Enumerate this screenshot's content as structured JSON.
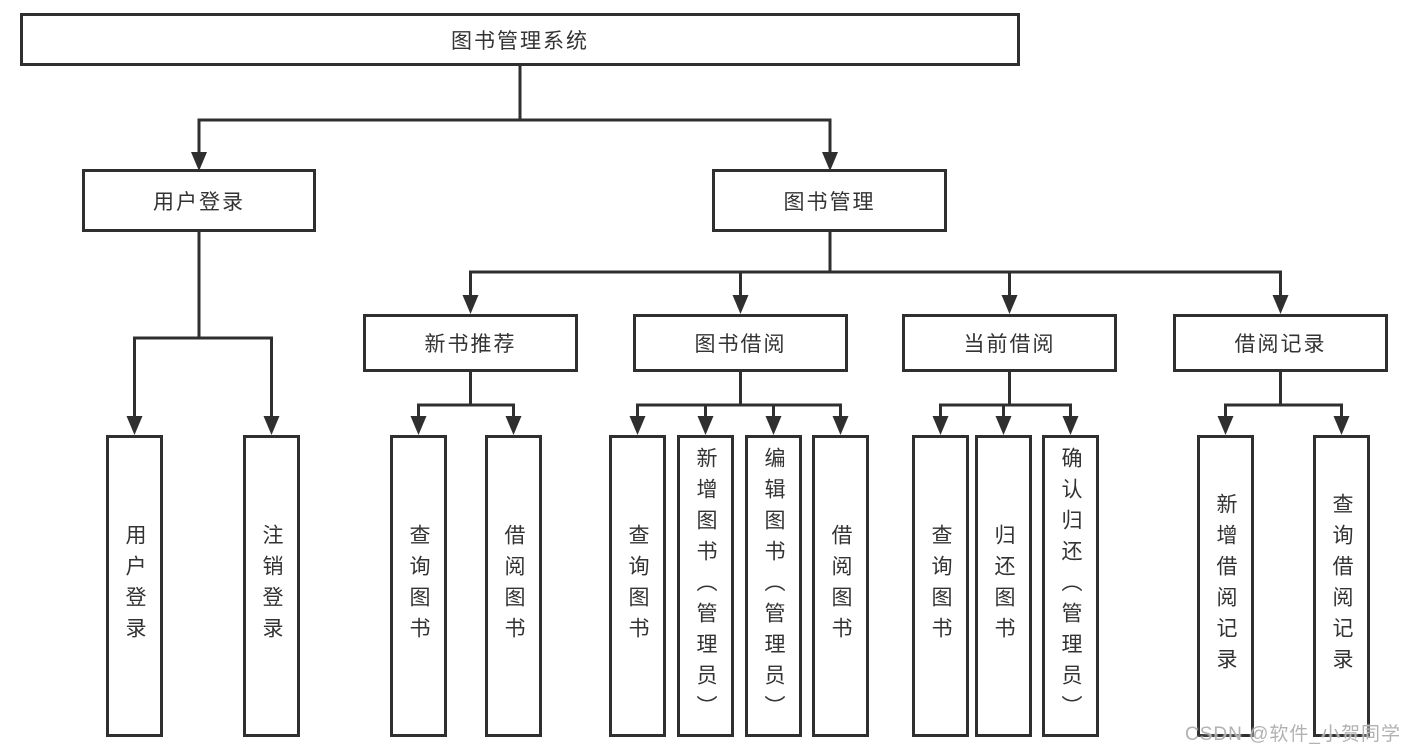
{
  "diagram": {
    "tree": {
      "label": "图书管理系统",
      "children": [
        {
          "label": "用户登录",
          "children": [
            {
              "label": "用户登录"
            },
            {
              "label": "注销登录"
            }
          ]
        },
        {
          "label": "图书管理",
          "children": [
            {
              "label": "新书推荐",
              "children": [
                {
                  "label": "查询图书"
                },
                {
                  "label": "借阅图书"
                }
              ]
            },
            {
              "label": "图书借阅",
              "children": [
                {
                  "label": "查询图书"
                },
                {
                  "label": "新增图书（管理员）"
                },
                {
                  "label": "编辑图书（管理员）"
                },
                {
                  "label": "借阅图书"
                }
              ]
            },
            {
              "label": "当前借阅",
              "children": [
                {
                  "label": "查询图书"
                },
                {
                  "label": "归还图书"
                },
                {
                  "label": "确认归还（管理员）"
                }
              ]
            },
            {
              "label": "借阅记录",
              "children": [
                {
                  "label": "新增借阅记录"
                },
                {
                  "label": "查询借阅记录"
                }
              ]
            }
          ]
        }
      ]
    },
    "colors": {
      "line": "#2f2f2f",
      "text": "#333333",
      "box_background": "#ffffff",
      "watermark": "#b2b2b2"
    }
  },
  "watermark": {
    "text": "CSDN @软件_小贺同学"
  }
}
